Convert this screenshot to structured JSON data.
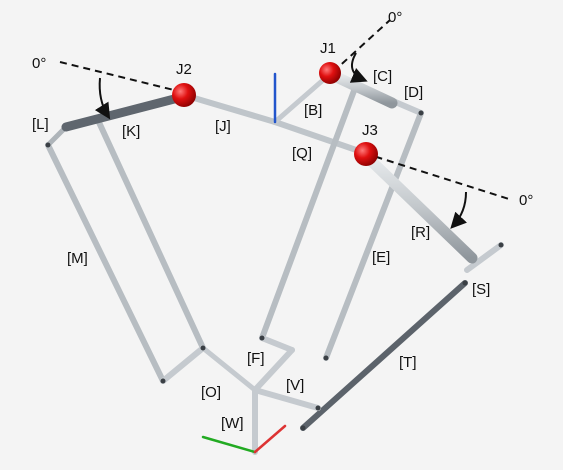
{
  "colors": {
    "background": "#f4f4f4",
    "link_light": "#c8cdd1",
    "link_dark": "#5c636b",
    "joint_red": "#e01010",
    "dashed_line": "#111111",
    "axis_blue": "#2255cc",
    "axis_green": "#22aa22",
    "axis_red": "#dd3333"
  },
  "diagram": {
    "angle_labels": {
      "left": "0°",
      "top": "0°",
      "right": "0°"
    },
    "joints": {
      "j1": "J1",
      "j2": "J2",
      "j3": "J3"
    },
    "link_labels": {
      "b": "[B]",
      "c": "[C]",
      "d": "[D]",
      "e": "[E]",
      "f": "[F]",
      "j": "[J]",
      "k": "[K]",
      "l": "[L]",
      "m": "[M]",
      "o": "[O]",
      "q": "[Q]",
      "r": "[R]",
      "s": "[S]",
      "t": "[T]",
      "v": "[V]",
      "w": "[W]"
    }
  }
}
